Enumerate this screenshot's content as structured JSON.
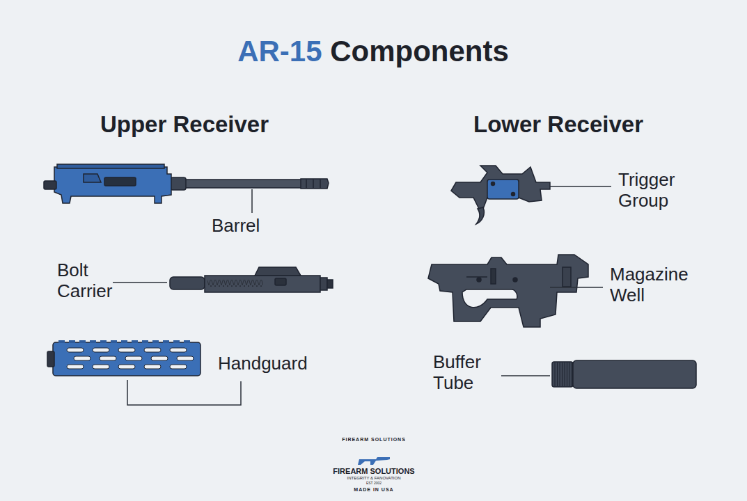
{
  "diagram": {
    "title": "AR-15 Components",
    "labels": [
      "Upper Receiver",
      "Lower Receiver",
      "Barrel",
      "Bolt Carrier",
      "Handguard",
      "Trigger Group",
      "Magazine Well",
      "Buffer Tube",
      "FIREARM SOLUTIONS",
      "FIREARM SOLUTIONS",
      "INTEGRITY & FANOVATION",
      "EST 2002",
      "MADE IN USA"
    ]
  }
}
